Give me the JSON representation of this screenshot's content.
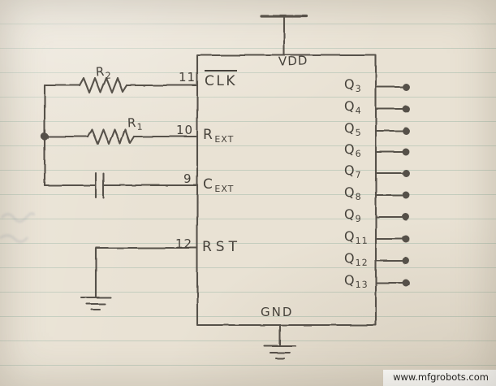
{
  "colors": {
    "paper": "#e9e2d4",
    "rule": "#9fb8a8",
    "pencil": "#46423b"
  },
  "watermark": "www.mfgrobots.com",
  "schematic": {
    "vdd_label": "VDD",
    "gnd_label": "GND",
    "left_pins": [
      {
        "number": "11",
        "base": "CLK",
        "overline": true
      },
      {
        "number": "10",
        "base": "R",
        "sub": "EXT"
      },
      {
        "number": "9",
        "base": "C",
        "sub": "EXT"
      },
      {
        "number": "12",
        "base": "RST"
      }
    ],
    "right_pins": [
      {
        "base": "Q",
        "sub": "3"
      },
      {
        "base": "Q",
        "sub": "4"
      },
      {
        "base": "Q",
        "sub": "5"
      },
      {
        "base": "Q",
        "sub": "6"
      },
      {
        "base": "Q",
        "sub": "7"
      },
      {
        "base": "Q",
        "sub": "8"
      },
      {
        "base": "Q",
        "sub": "9"
      },
      {
        "base": "Q",
        "sub": "11"
      },
      {
        "base": "Q",
        "sub": "12"
      },
      {
        "base": "Q",
        "sub": "13"
      }
    ],
    "components": {
      "r2": {
        "base": "R",
        "sub": "2"
      },
      "r1": {
        "base": "R",
        "sub": "1"
      }
    }
  }
}
